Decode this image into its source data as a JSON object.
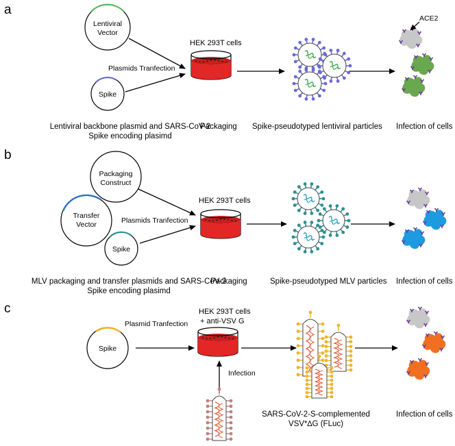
{
  "panels": [
    {
      "letter": "a",
      "plasmid_1": "Lentiviral",
      "plasmid_1b": "Vector",
      "plasmid_2": "Spike",
      "transfection": "Plasmids Tranfection",
      "cells": "HEK 293T cells",
      "receptor_label": "ACE2",
      "caption_1": "Lentiviral backbone plasmid and SARS-CoV-2",
      "caption_1b": "Spike encoding plasimd",
      "caption_2": "Packaging",
      "caption_3": "Spike-pseudotyped lentiviral particles",
      "caption_4": "Infection of cells",
      "colors": {
        "particle": "#6a6ad8",
        "rna": "#3aa64a",
        "infected": "#6aa84f",
        "plasmid1": "#5cb85c",
        "plasmid2": "#6a6ad8"
      }
    },
    {
      "letter": "b",
      "plasmid_1": "Packaging",
      "plasmid_1b": "Construct",
      "plasmid_2": "Transfer",
      "plasmid_2b": "Vector",
      "plasmid_3": "Spike",
      "transfection": "Plasmids Tranfection",
      "cells": "HEK 293T cells",
      "caption_1": "MLV packaging and transfer plasmids and SARS-CoV-2",
      "caption_1b": "Spike encoding plasimd",
      "caption_2": "Packaging",
      "caption_3": "Spike-pseudotyped MLV particles",
      "caption_4": "Infection of cells",
      "colors": {
        "particle": "#2f8f8f",
        "rna": "#2a9db8",
        "infected": "#1e9be0",
        "plasmid2": "#2f6fc0",
        "plasmid3": "#2f8f8f"
      }
    },
    {
      "letter": "c",
      "plasmid_1": "Spike",
      "transfection": "Plasmid Tranfection",
      "cells": "HEK 293T cells",
      "cells_b": "+ anti-VSV G",
      "infection": "Infection",
      "caption_3": "SARS-CoV-2-S-complemented",
      "caption_3b": "VSV*∆G (FLuc)",
      "caption_4": "Infection of cells",
      "colors": {
        "particle": "#f0b429",
        "rna": "#e0603a",
        "infected": "#f07020",
        "helper": "#c08080",
        "plasmid1": "#f0b429"
      }
    }
  ]
}
